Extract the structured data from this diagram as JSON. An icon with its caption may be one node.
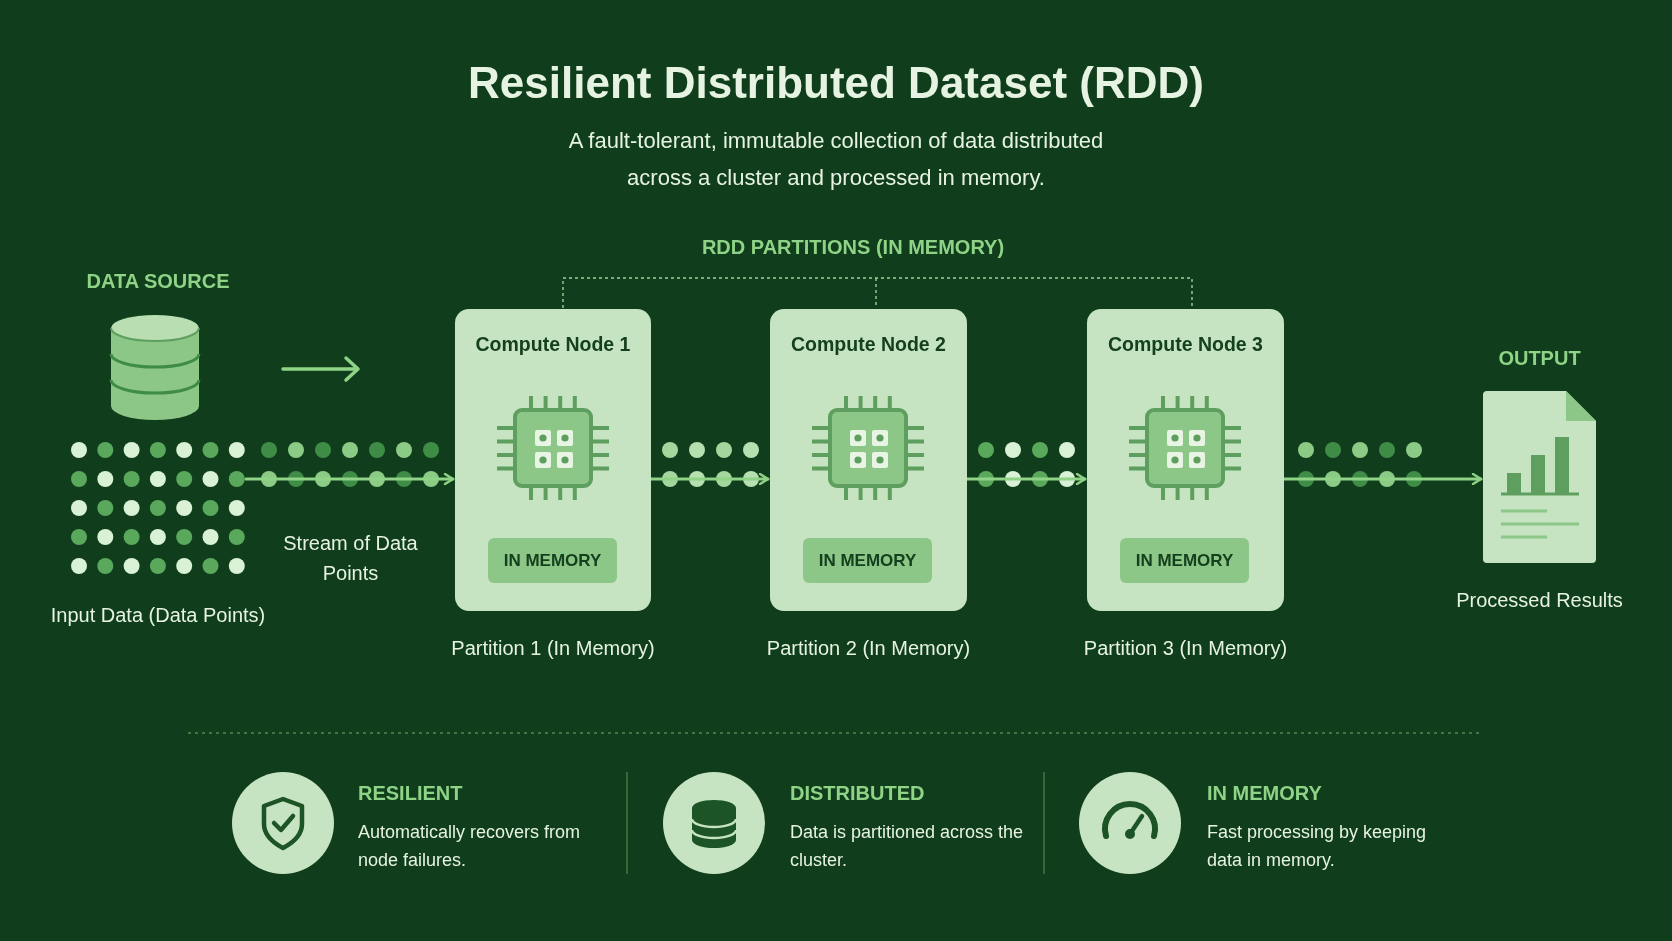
{
  "diagram": {
    "title": "Resilient Distributed Dataset (RDD)",
    "caption": "A fault-tolerant, immutable collection of data distributed across a cluster and processed in memory.",
    "nodes": [
      {
        "text": [
          "DATA SOURCE",
          "Input Data (Data Points)"
        ]
      },
      {
        "text": [
          "Compute Node 1",
          "IN MEMORY"
        ],
        "beside": [
          "Partition 1 (In Memory)"
        ]
      },
      {
        "text": [
          "Compute Node 2",
          "IN MEMORY"
        ],
        "beside": [
          "Partition 2 (In Memory)"
        ]
      },
      {
        "text": [
          "Compute Node 3",
          "IN MEMORY"
        ],
        "beside": [
          "Partition 3 (In Memory)"
        ]
      },
      {
        "text": [
          "OUTPUT"
        ],
        "beside": [
          "Processed Results"
        ]
      }
    ],
    "edges": [
      {
        "from": 0,
        "to": 1,
        "arrow": "to",
        "label": "Stream of Data Points"
      },
      {
        "from": 1,
        "to": 2,
        "arrow": "to"
      },
      {
        "from": 2,
        "to": 3,
        "arrow": "to"
      },
      {
        "from": 3,
        "to": 4,
        "arrow": "to"
      }
    ],
    "labels": [
      "RDD PARTITIONS (IN MEMORY)",
      "RESILIENT",
      "Automatically recovers from node failures.",
      "DISTRIBUTED",
      "Data is partitioned across the cluster.",
      "IN MEMORY",
      "Fast processing by keeping data in memory."
    ]
  }
}
